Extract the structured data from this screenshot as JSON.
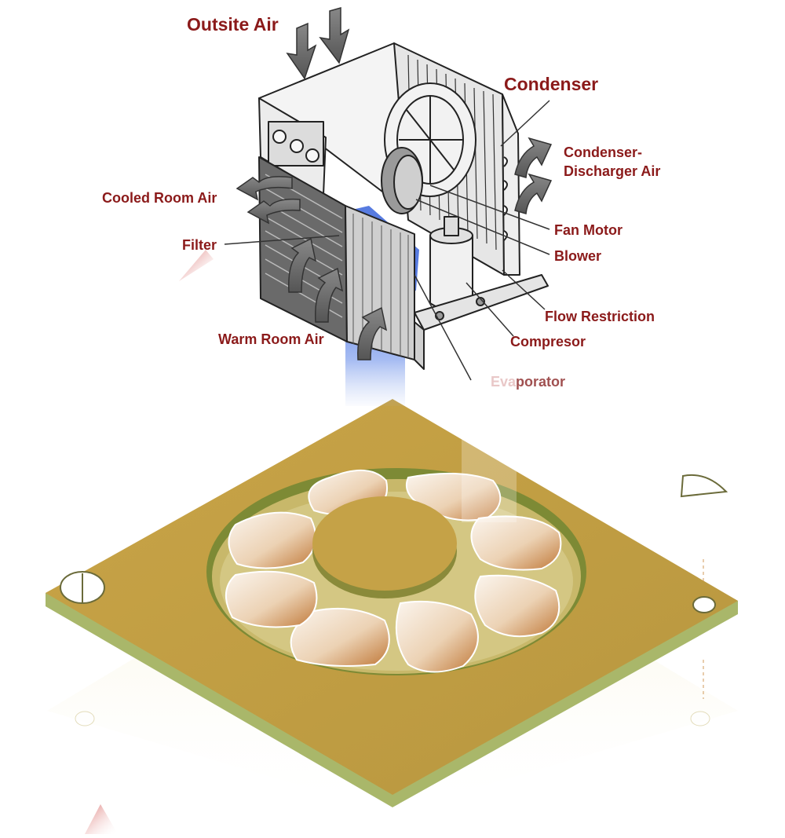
{
  "labels": {
    "outside_air": "Outsite Air",
    "condenser": "Condenser",
    "condenser_discharge_line1": "Condenser-",
    "condenser_discharge_line2": "Discharger Air",
    "cooled_room_air": "Cooled Room Air",
    "filter": "Filter",
    "fan_motor": "Fan Motor",
    "blower": "Blower",
    "flow_restriction": "Flow Restriction",
    "compressor": "Compresor",
    "warm_room_air": "Warm Room Air",
    "evaporator_faded": "Eva",
    "evaporator_rest": "porator"
  },
  "colors": {
    "label_text": "#8b1a1a",
    "beam_blue": "#3a6fe0",
    "plate_gold": "#c9a447",
    "plate_edge": "#a8b56a",
    "blade_light": "#f7efe6",
    "blade_dark": "#c07838",
    "unit_sketch": "#222222"
  },
  "icons": [
    "air-flow-arrow-icon",
    "fan-blade-icon",
    "mounting-hole-icon"
  ]
}
